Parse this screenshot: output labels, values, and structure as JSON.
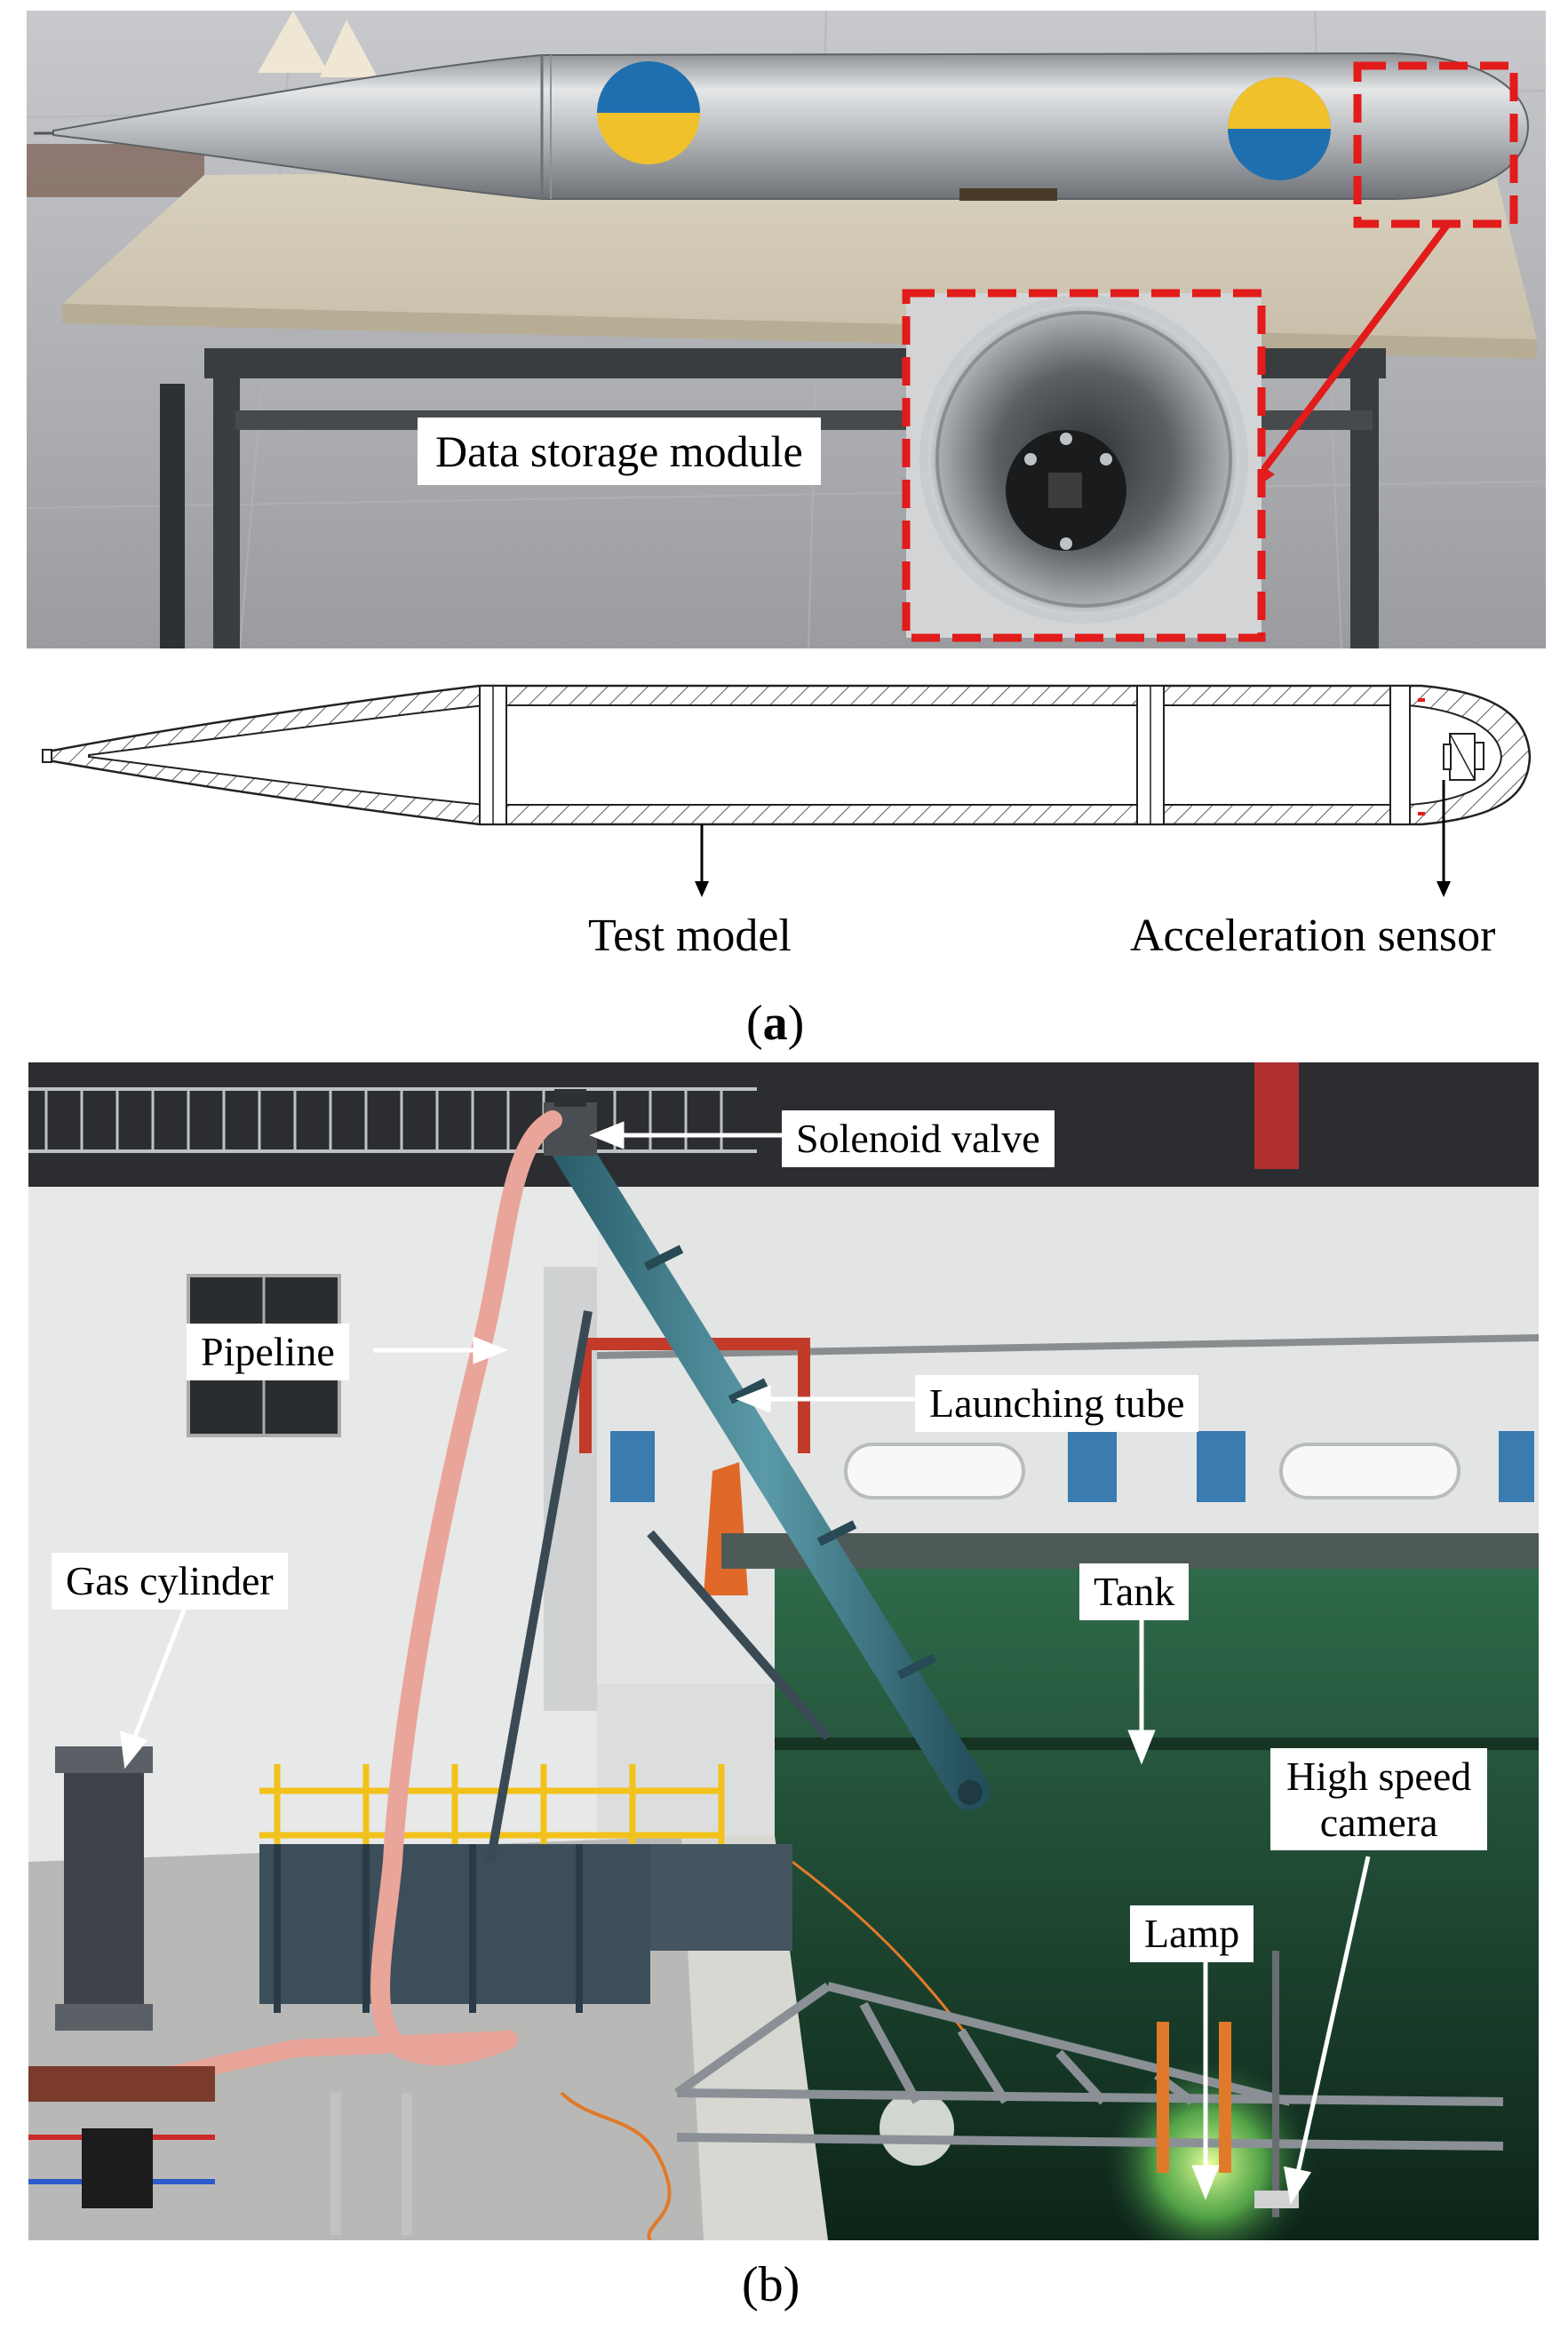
{
  "panel_a": {
    "photo_label": "Data storage module",
    "diagram_labels": {
      "test_model": "Test model",
      "acceleration_sensor": "Acceleration sensor"
    },
    "caption_open": "(",
    "caption_letter": "a",
    "caption_close": ")"
  },
  "panel_b": {
    "labels": {
      "solenoid_valve": "Solenoid valve",
      "pipeline": "Pipeline",
      "launching_tube": "Launching tube",
      "gas_cylinder": "Gas cylinder",
      "tank": "Tank",
      "high_speed_camera_line1": "High speed",
      "high_speed_camera_line2": "camera",
      "lamp": "Lamp"
    },
    "caption_open": "(",
    "caption_letter": "b",
    "caption_close": ")"
  },
  "colors": {
    "highlight_red": "#e21b1b",
    "tube_teal": "#3f7d8c",
    "pipeline_pink": "#e9a59a",
    "water_green": "#1c4a33",
    "railing_yellow": "#f2c21a"
  }
}
